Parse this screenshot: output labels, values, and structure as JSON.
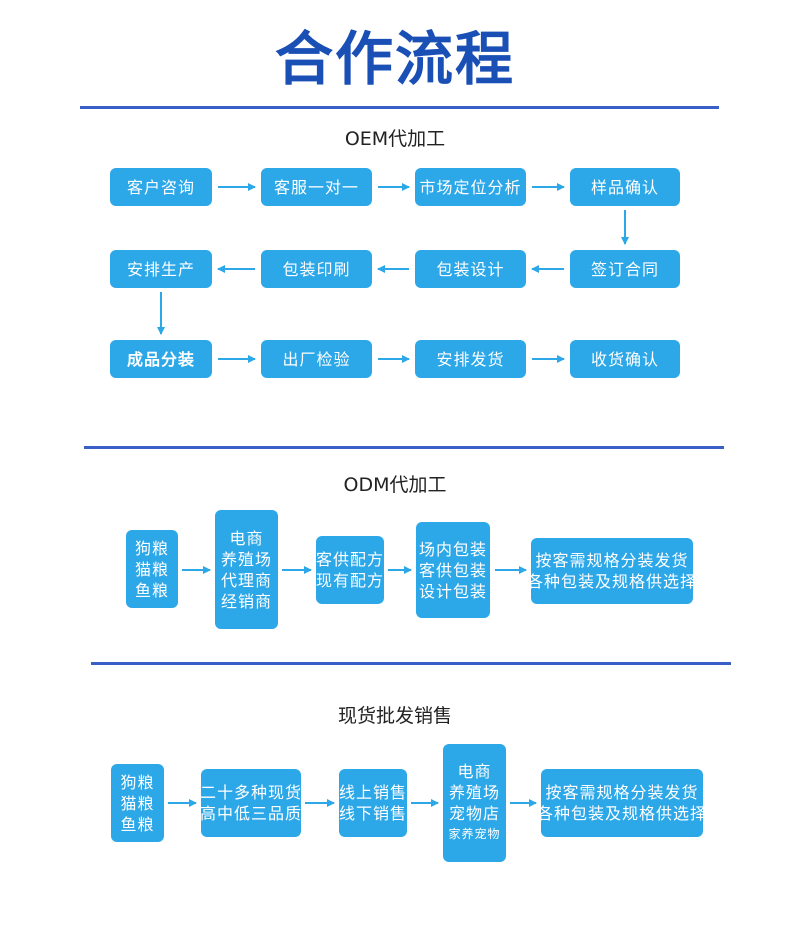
{
  "title": "合作流程",
  "colors": {
    "box": "#2ca7e8",
    "arrow": "#2ca7e8",
    "rule": "#3a5fc8",
    "title": "#1a4fb5"
  },
  "oem": {
    "heading": "OEM代加工",
    "steps": [
      "客户咨询",
      "客服一对一",
      "市场定位分析",
      "样品确认",
      "签订合同",
      "包装设计",
      "包装印刷",
      "安排生产",
      "成品分装",
      "出厂检验",
      "安排发货",
      "收货确认"
    ]
  },
  "odm": {
    "heading": "ODM代加工",
    "b1": [
      "狗粮",
      "猫粮",
      "鱼粮"
    ],
    "b2": [
      "电商",
      "养殖场",
      "代理商",
      "经销商"
    ],
    "b3": [
      "客供配方",
      "现有配方"
    ],
    "b4": [
      "场内包装",
      "客供包装",
      "设计包装"
    ],
    "b5": [
      "按客需规格分装发货",
      "各种包装及规格供选择"
    ]
  },
  "wholesale": {
    "heading": "现货批发销售",
    "b1": [
      "狗粮",
      "猫粮",
      "鱼粮"
    ],
    "b2": [
      "二十多种现货",
      "高中低三品质"
    ],
    "b3": [
      "线上销售",
      "线下销售"
    ],
    "b4": [
      "电商",
      "养殖场",
      "宠物店",
      "家养宠物"
    ],
    "b5": [
      "按客需规格分装发货",
      "各种包装及规格供选择"
    ]
  }
}
